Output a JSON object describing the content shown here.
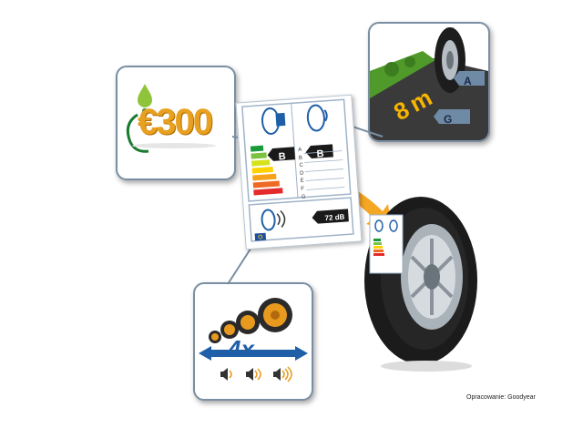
{
  "fuel_panel": {
    "cost": "€300"
  },
  "wet_grip_panel": {
    "grade_best": "A",
    "grade_worst": "G",
    "road_marking": "8 m"
  },
  "eu_label": {
    "fuel_grade": "B",
    "wet_grade": "B",
    "scale_letters": "ABCDEFG",
    "noise": "72 dB"
  },
  "noise_panel": {
    "multiplier": "4x"
  },
  "credit": "Opracowanie: Goodyear",
  "colors": {
    "panel_border": "#7a8ea3",
    "arrow": "#f5a623",
    "label_scale": [
      "#1a9b3a",
      "#7cc242",
      "#d7e21c",
      "#ffd200",
      "#f7a21b",
      "#ee6a22",
      "#e42a2a"
    ]
  }
}
